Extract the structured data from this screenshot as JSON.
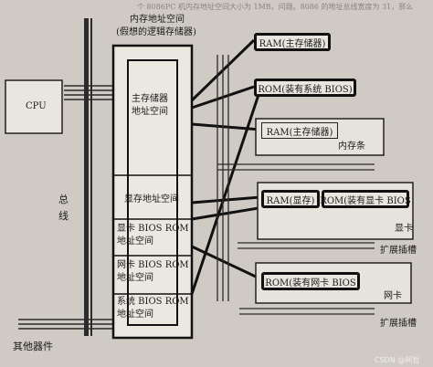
{
  "labels": {
    "cpu": "CPU",
    "bus_a": "总",
    "bus_b": "线",
    "other_devices": "其他器件",
    "address_space_title": "内存地址空间",
    "address_space_subtitle": "(假想的逻辑存储器)",
    "main_memory_space_1": "主存储器",
    "main_memory_space_2": "地址空间",
    "video_memory_space": "显存地址空间",
    "vga_rom_space_1": "显卡 BIOS ROM",
    "vga_rom_space_2": "地址空间",
    "nic_rom_space_1": "网卡 BIOS ROM",
    "nic_rom_space_2": "地址空间",
    "sys_rom_space_1": "系统 BIOS ROM",
    "sys_rom_space_2": "地址空间"
  },
  "chips": {
    "ram_main_top": "RAM(主存储器)",
    "rom_system_bios": "ROM(装有系统 BIOS)",
    "ram_main_module": "RAM(主存储器)",
    "ram_video": "RAM(显存)",
    "rom_vga_bios": "ROM(装有显卡 BIOS",
    "rom_nic_bios": "ROM(装有网卡 BIOS"
  },
  "boards": {
    "memory_module": "内存条",
    "graphics_card": "显卡",
    "expansion_slot_1": "扩展插槽",
    "network_card": "网卡",
    "expansion_slot_2": "扩展插槽"
  },
  "watermark": "CSDN @阿哲"
}
